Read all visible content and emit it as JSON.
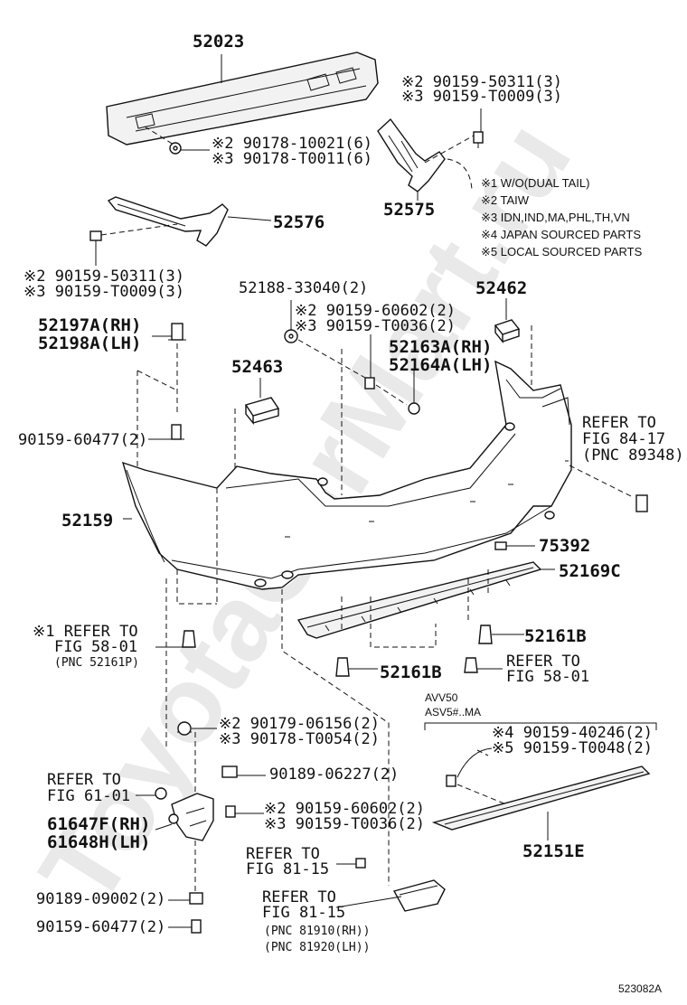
{
  "watermark": "ToyotaCarMart.ru",
  "diagram_code": "523082A",
  "legend": [
    "※1 W/O(DUAL TAIL)",
    "※2 TAIW",
    "※3 IDN,IND,MA,PHL,TH,VN",
    "※4 JAPAN SOURCED PARTS",
    "※5 LOCAL SOURCED PARTS"
  ],
  "variant_note": [
    "AVV50",
    "ASV5#..MA"
  ],
  "parts": {
    "p52023": "52023",
    "p52575": "52575",
    "p52576": "52576",
    "p52462": "52462",
    "p52463": "52463",
    "p52159": "52159",
    "p75392": "75392",
    "p52169c": "52169C",
    "p52161b_a": "52161B",
    "p52161b_b": "52161B",
    "p52151e": "52151E",
    "p52197a": "52197A(RH)",
    "p52198a": "52198A(LH)",
    "p52163a": "52163A(RH)",
    "p52164a": "52164A(LH)",
    "p61647f": "61647F(RH)",
    "p61648h": "61648H(LH)",
    "p52188": "52188-33040(2)",
    "p90159_60477_a": "90159-60477(2)",
    "p90159_60477_b": "90159-60477(2)",
    "p90189_06227": "90189-06227(2)",
    "p90189_09002": "90189-09002(2)"
  },
  "dual_labels": {
    "d1": [
      "※2 90159-50311(3)",
      "※3 90159-T0009(3)"
    ],
    "d2": [
      "※2 90178-10021(6)",
      "※3 90178-T0011(6)"
    ],
    "d3": [
      "※2 90159-50311(3)",
      "※3 90159-T0009(3)"
    ],
    "d4": [
      "※2 90159-60602(2)",
      "※3 90159-T0036(2)"
    ],
    "d5": [
      "※2 90179-06156(2)",
      "※3 90178-T0054(2)"
    ],
    "d6": [
      "※2 90159-60602(2)",
      "※3 90159-T0036(2)"
    ],
    "d7": [
      "※4 90159-40246(2)",
      "※5 90159-T0048(2)"
    ]
  },
  "refs": {
    "r1": [
      "REFER TO",
      "FIG 84-17",
      "(PNC 89348)"
    ],
    "r2": [
      "※1 REFER TO",
      "FIG 58-01",
      "(PNC 52161P)"
    ],
    "r3": [
      "REFER TO",
      "FIG 58-01"
    ],
    "r4": [
      "REFER TO",
      "FIG 61-01"
    ],
    "r5": [
      "REFER TO",
      "FIG 81-15"
    ],
    "r6": [
      "REFER TO",
      "FIG 81-15",
      "(PNC 81910(RH))",
      "(PNC 81920(LH))"
    ]
  }
}
